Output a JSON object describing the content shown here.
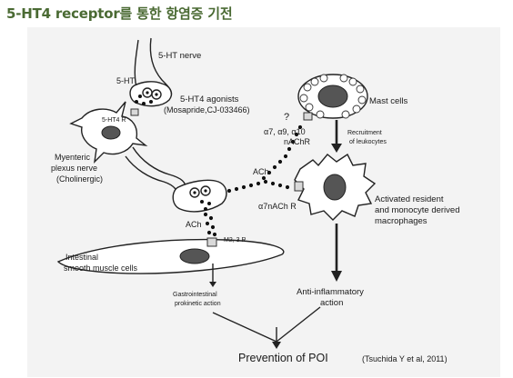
{
  "title": "5-HT4 receptor를 통한 항염증 기전",
  "labels": {
    "ht_nerve": "5-HT nerve",
    "ht": "5-HT",
    "agonists": "5-HT4 agonists",
    "agonists_examples": "(Mosapride,CJ-033466)",
    "ht4r": "5-HT4 R",
    "myenteric_1": "Myenteric",
    "myenteric_2": "plexus nerve",
    "myenteric_3": "(Cholinergic)",
    "mast_cells": "Mast cells",
    "question": "?",
    "nachr_1": "α7, α9, α10",
    "nachr_2": "nAChR",
    "recruit_1": "Recruitment",
    "recruit_2": "of leukocytes",
    "ach_1": "ACh",
    "a7nachr": "α7nACh R",
    "macro_1": "Activated resident",
    "macro_2": "and monocyte derived",
    "macro_3": "macrophages",
    "ach_2": "ACh",
    "m23r": "M2, 3 R",
    "intestinal_1": "Intestinal",
    "intestinal_2": "smooth muscle cells",
    "gi_1": "Gastrointestinal",
    "gi_2": "prokinetic action",
    "anti_1": "Anti-inflammatory",
    "anti_2": "action",
    "prevention": "Prevention of POI",
    "citation": "(Tsuchida Y et al, 2011)"
  },
  "colors": {
    "title": "#4a6a33",
    "line": "#222222",
    "nucleus": "#555555",
    "receptor": "#d9d9d9"
  }
}
